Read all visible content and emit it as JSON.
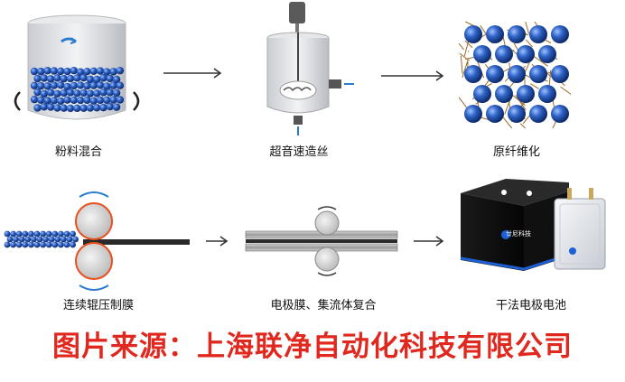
{
  "steps": [
    {
      "label": "粉料混合",
      "icon": "powder-mixing-tank-icon"
    },
    {
      "label": "超音速造丝",
      "icon": "fibrillation-mixer-icon"
    },
    {
      "label": "原纤维化",
      "icon": "fibrillated-network-icon"
    },
    {
      "label": "连续辊压制膜",
      "icon": "roll-press-film-icon"
    },
    {
      "label": "电极膜、集流体复合",
      "icon": "current-collector-lamination-icon"
    },
    {
      "label": "干法电极电池",
      "icon": "dry-electrode-battery-icon"
    }
  ],
  "battery_brand": "廿尼科技",
  "credit": "图片来源：上海联净自动化科技有限公司",
  "colors": {
    "particle": "#2f63c7",
    "credit": "#e0281f",
    "roller_outline": "#e8501f",
    "arrow": "#2d7bd1",
    "battery_box": "#0a0a0a",
    "battery_blue": "#1d5fd4"
  }
}
